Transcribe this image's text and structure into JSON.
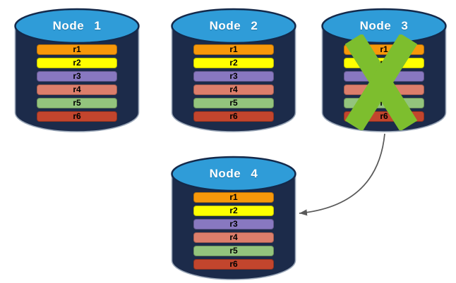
{
  "nodes": [
    {
      "label": "Node 1",
      "failed": false
    },
    {
      "label": "Node 2",
      "failed": false
    },
    {
      "label": "Node 3",
      "failed": true
    },
    {
      "label": "Node 4",
      "failed": false
    }
  ],
  "replicas": [
    {
      "label": "r1",
      "color": "#F7980A"
    },
    {
      "label": "r2",
      "color": "#FFFF00"
    },
    {
      "label": "r3",
      "color": "#8878C0"
    },
    {
      "label": "r4",
      "color": "#DC7E6B"
    },
    {
      "label": "r5",
      "color": "#93C47D"
    },
    {
      "label": "r6",
      "color": "#C2452D"
    }
  ],
  "colors": {
    "background": "#FFFFFF",
    "cylinder_body": "#1C2B4A",
    "cylinder_outline": "#9AA7B8",
    "cylinder_top": "#2F9CD8",
    "cylinder_top_outline": "#14294A",
    "node_title_text": "#FFFFFF",
    "replica_label_text": "#000000",
    "failed_cross": "#7DBE2E",
    "arrow": "#595959"
  },
  "icons": {
    "failed_cross_icon": "x-cross-mark",
    "arrow_icon": "curved-left-arrow"
  }
}
